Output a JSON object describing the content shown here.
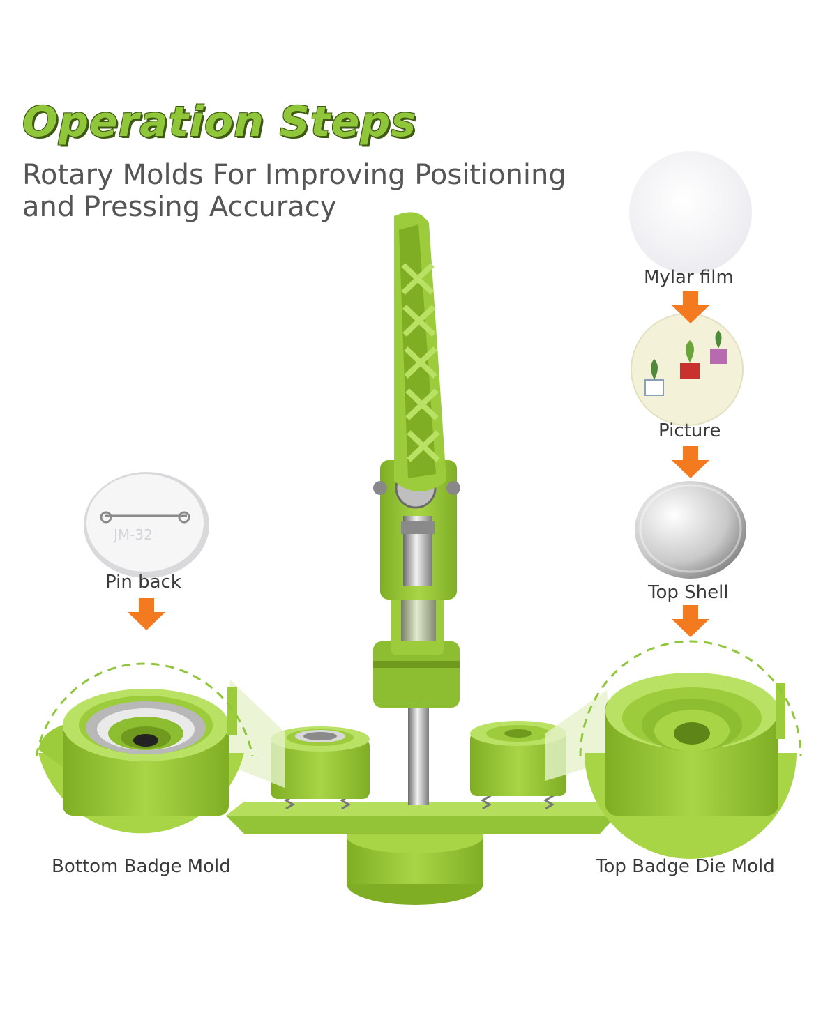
{
  "header": {
    "title": "Operation Steps",
    "subtitle": "Rotary Molds For Improving Positioning and Pressing Accuracy"
  },
  "steps": {
    "mylar_film": "Mylar film",
    "picture": "Picture",
    "top_shell": "Top Shell",
    "pin_back": "Pin back"
  },
  "molds": {
    "bottom": "Bottom Badge Mold",
    "top": "Top Badge Die Mold"
  },
  "pin_back_stamp": "JM-32",
  "colors": {
    "machine_green": "#9ccb3b",
    "machine_dark": "#6f9a1e",
    "title_green": "#8fc63a",
    "arrow_orange": "#f47a20",
    "dashed_green": "#8fc63a"
  }
}
